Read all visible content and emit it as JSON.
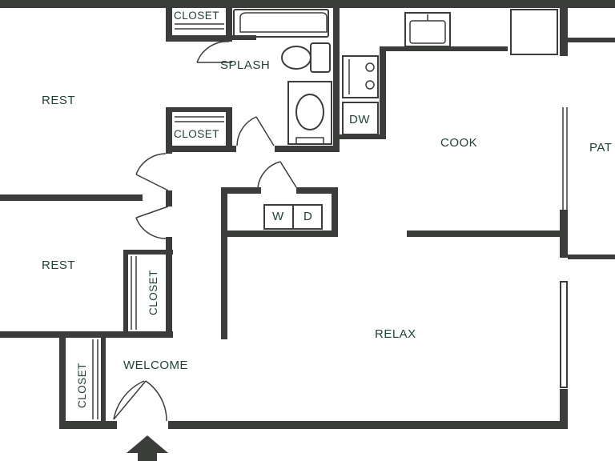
{
  "rooms": {
    "rest_top": "REST",
    "rest_bottom": "REST",
    "splash": "SPLASH",
    "cook": "COOK",
    "relax": "RELAX",
    "welcome": "WELCOME",
    "patio": "PAT"
  },
  "closets": {
    "top": "CLOSET",
    "upper_middle": "CLOSET",
    "right_vertical": "CLOSET",
    "entry_vertical": "CLOSET"
  },
  "appliances": {
    "dishwasher": "DW",
    "washer": "W",
    "dryer": "D"
  }
}
